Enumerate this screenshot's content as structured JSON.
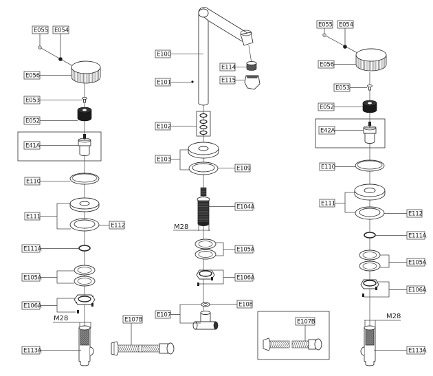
{
  "title": "Exploded parts diagram - faucet assemblies",
  "dimension_label": "M28",
  "left_assembly": {
    "labels": [
      "E055",
      "E054",
      "E056",
      "E053",
      "E052",
      "E41A",
      "E110",
      "E111",
      "E112",
      "E111A",
      "E105A",
      "E106A",
      "E113A"
    ],
    "dimension": "M28"
  },
  "center_assembly": {
    "labels": [
      "E100",
      "E101",
      "E114",
      "E115",
      "E102",
      "E103",
      "E109",
      "E104A",
      "E105A",
      "E106A",
      "E108",
      "E107"
    ],
    "dimension": "M28"
  },
  "right_assembly": {
    "labels": [
      "E055",
      "E054",
      "E056",
      "E053",
      "E052",
      "E42A",
      "E110",
      "E111",
      "E112",
      "E111A",
      "E105A",
      "E106A",
      "E113A"
    ],
    "dimension": "M28"
  },
  "hoses": {
    "loose": "E107B",
    "boxed": "E107B"
  }
}
